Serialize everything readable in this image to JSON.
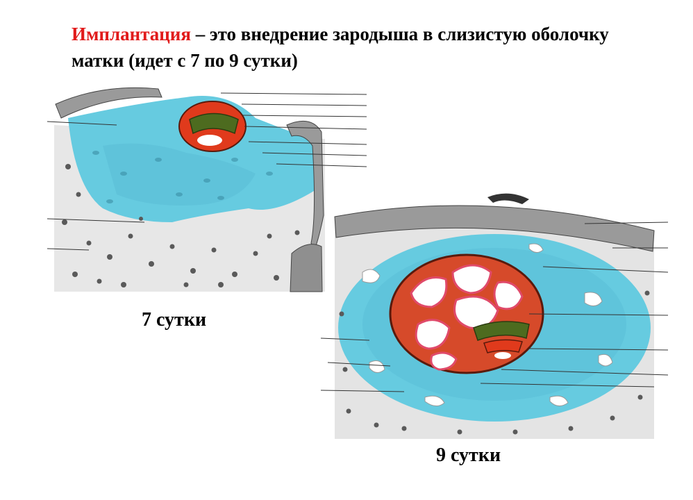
{
  "title": {
    "term": "Имплантация",
    "rest": " – это внедрение зародыша в слизистую оболочку матки  (идет с 7 по 9 сутки)"
  },
  "figures": [
    {
      "caption": "7 сутки"
    },
    {
      "caption": "9 сутки"
    }
  ],
  "colors": {
    "stroma_blue": "#66cbe0",
    "trophoblast_red": "#e03a1c",
    "embryo_green": "#4d6b1f",
    "epithelium_gray": "#9a9a9a"
  }
}
